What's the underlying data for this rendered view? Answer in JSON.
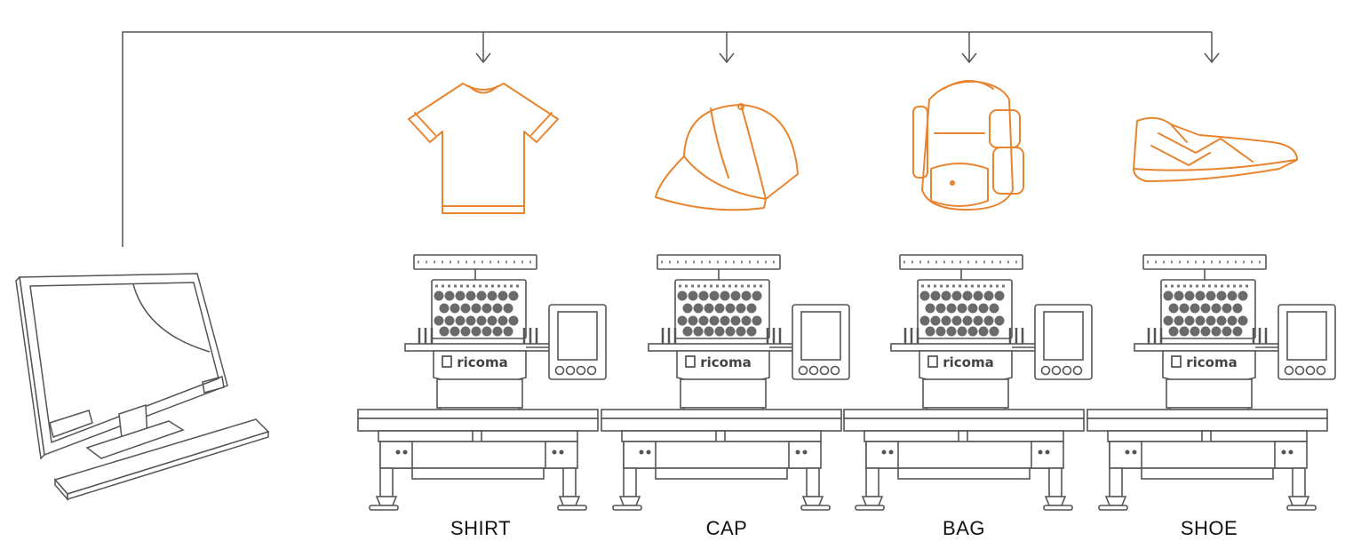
{
  "colors": {
    "accent": "#E8842E",
    "line": "#555555"
  },
  "computer": {
    "icon": "desktop-computer-icon"
  },
  "stations": [
    {
      "label": "SHIRT",
      "product_icon": "tshirt-icon",
      "machine_brand": "ricoma"
    },
    {
      "label": "CAP",
      "product_icon": "cap-icon",
      "machine_brand": "ricoma"
    },
    {
      "label": "BAG",
      "product_icon": "backpack-icon",
      "machine_brand": "ricoma"
    },
    {
      "label": "SHOE",
      "product_icon": "shoe-icon",
      "machine_brand": "ricoma"
    }
  ]
}
